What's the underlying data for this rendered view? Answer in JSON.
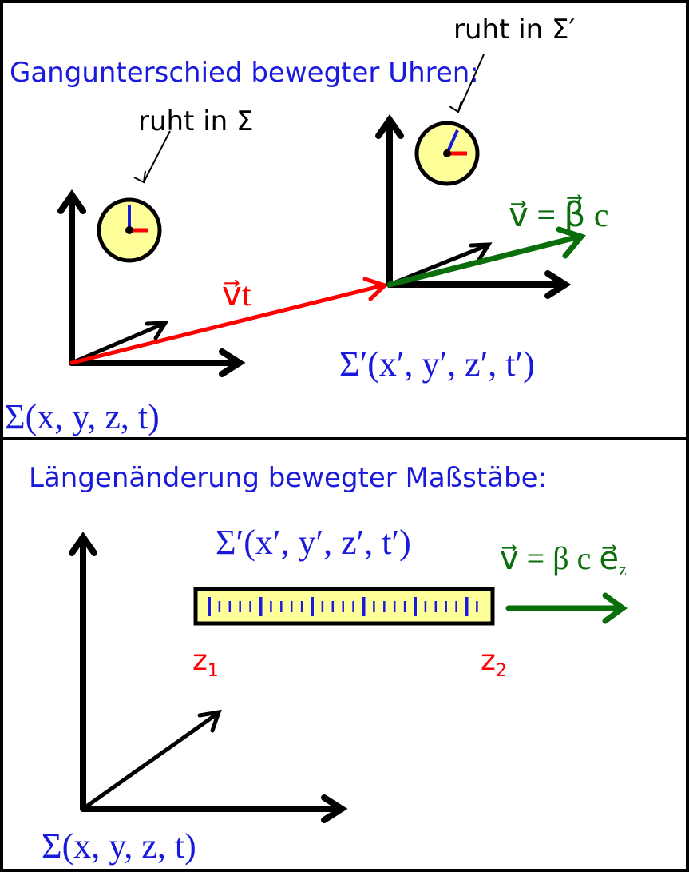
{
  "panel1": {
    "title": "Gangunterschied bewegter Uhren:",
    "label_rest_sigma": "ruht in Σ",
    "label_rest_sigma_prime": "ruht in Σ′",
    "displacement_label": "v⃗t",
    "velocity_label": "v⃗ = β⃗ c",
    "frame_label": "Σ(x, y, z, t)",
    "moving_frame_label": "Σ′(x′, y′, z′, t′)"
  },
  "panel2": {
    "title": "Längenänderung bewegter Maßstäbe:",
    "moving_frame_label": "Σ′(x′, y′, z′, t′)",
    "velocity_label": "v⃗ = β c e⃗",
    "velocity_subscript": "z",
    "z1_label": "z",
    "z1_subscript": "1",
    "z2_label": "z",
    "z2_subscript": "2",
    "frame_label": "Σ(x, y, z, t)"
  },
  "colors": {
    "frame": "#000000",
    "title_blue": "#1a1adc",
    "red": "#ff0000",
    "green": "#0a6e0a",
    "clock_fill": "#ffff99",
    "ruler_fill": "#ffff99",
    "tick_blue": "#1a1adc"
  }
}
